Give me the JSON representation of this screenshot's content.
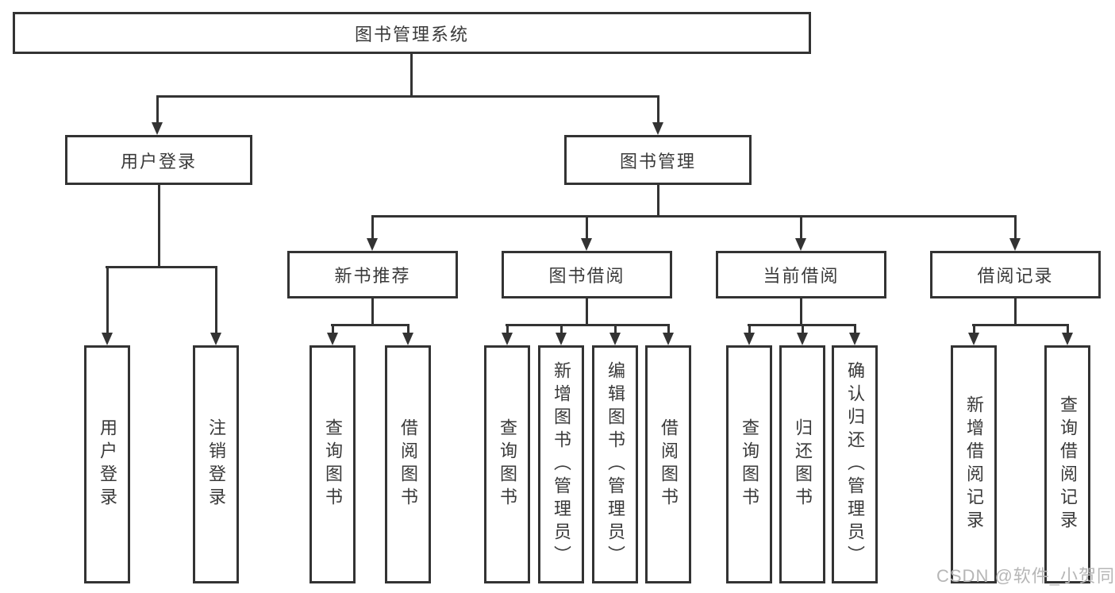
{
  "colors": {
    "line": "#333333",
    "text": "#3a3a3a",
    "watermark": "#b6b6b6",
    "background": "#ffffff"
  },
  "diagram": {
    "root": {
      "label": "图书管理系统"
    },
    "branches": [
      {
        "label": "用户登录",
        "children": [
          {
            "label": "用户登录"
          },
          {
            "label": "注销登录"
          }
        ]
      },
      {
        "label": "图书管理",
        "sections": [
          {
            "label": "新书推荐",
            "children": [
              {
                "label": "查询图书"
              },
              {
                "label": "借阅图书"
              }
            ]
          },
          {
            "label": "图书借阅",
            "children": [
              {
                "label": "查询图书"
              },
              {
                "label": "新增图书（管理员）"
              },
              {
                "label": "编辑图书（管理员）"
              },
              {
                "label": "借阅图书"
              }
            ]
          },
          {
            "label": "当前借阅",
            "children": [
              {
                "label": "查询图书"
              },
              {
                "label": "归还图书"
              },
              {
                "label": "确认归还（管理员）"
              }
            ]
          },
          {
            "label": "借阅记录",
            "children": [
              {
                "label": "新增借阅记录"
              },
              {
                "label": "查询借阅记录"
              }
            ]
          }
        ]
      }
    ],
    "watermark": "CSDN @软件_小贺同学"
  }
}
